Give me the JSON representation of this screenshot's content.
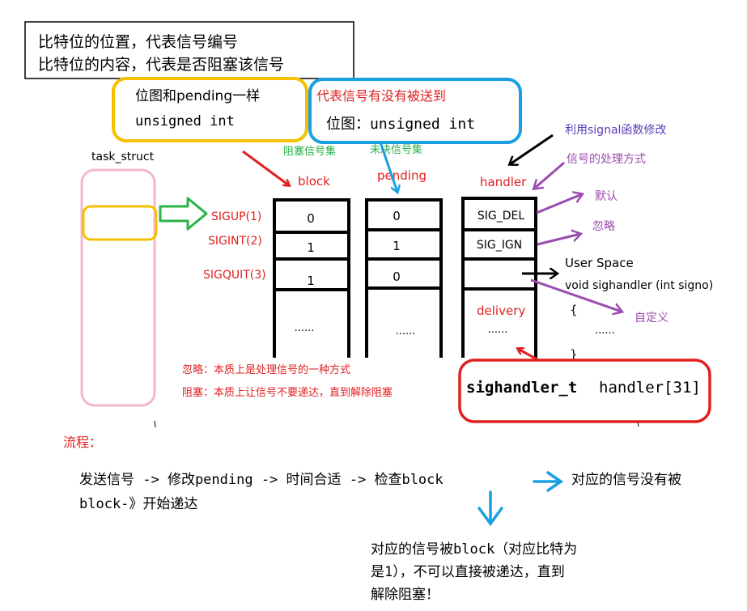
{
  "note_box": {
    "line1": "比特位的位置，代表信号编号",
    "line2": "比特位的内容，代表是否阻塞该信号"
  },
  "block_note": {
    "line1": "位图和pending一样",
    "line2": "unsigned int"
  },
  "pending_note": {
    "line1": "代表信号有没有被送到",
    "line2": "位图：unsigned int"
  },
  "modify_note": "利用signal函数修改",
  "handling_note": "信号的处理方式",
  "task_struct_label": "task_struct",
  "table_titles": {
    "block_set": "阻塞信号集",
    "pending_set": "未决信号集",
    "block": "block",
    "pending": "pending",
    "handler": "handler"
  },
  "signals": [
    "SIGUP(1)",
    "SIGINT(2)",
    "SIGQUIT(3)"
  ],
  "block_values": [
    "0",
    "1",
    "1"
  ],
  "pending_values": [
    "0",
    "1",
    "0"
  ],
  "handler_values": [
    "SIG_DEL",
    "SIG_IGN",
    ""
  ],
  "ellipsis": "......",
  "delivery": "delivery",
  "labels": {
    "default": "默认",
    "ignore": "忽略",
    "custom": "自定义"
  },
  "user_space": {
    "line1": "User Space",
    "line2": "void sighandler (int signo)",
    "brace_open": "{",
    "body": "......",
    "brace_close": "}"
  },
  "explanations": {
    "ignore": "忽略：本质上是处理信号的一种方式",
    "block": "阻塞：本质上让信号不要递达，直到解除阻塞"
  },
  "array_decl": {
    "type": "sighandler_t",
    "name": "handler[31]"
  },
  "flow": {
    "title": "流程：",
    "line1": "发送信号 -> 修改pending -> 时间合适 -> 检查block",
    "line1_right": "对应的信号没有被",
    "line2": "block-》开始递达",
    "blocked_line1": "对应的信号被block（对应比特为",
    "blocked_line2": "是1），不可以直接被递达，直到",
    "blocked_line3": "解除阻塞！"
  },
  "colors": {
    "red": "#e02020",
    "blue": "#1aa0e0",
    "yellow": "#f5c000",
    "pink": "#f4b6cd",
    "green": "#2bb34a",
    "purple": "#9b4cb0",
    "black": "#000000"
  }
}
